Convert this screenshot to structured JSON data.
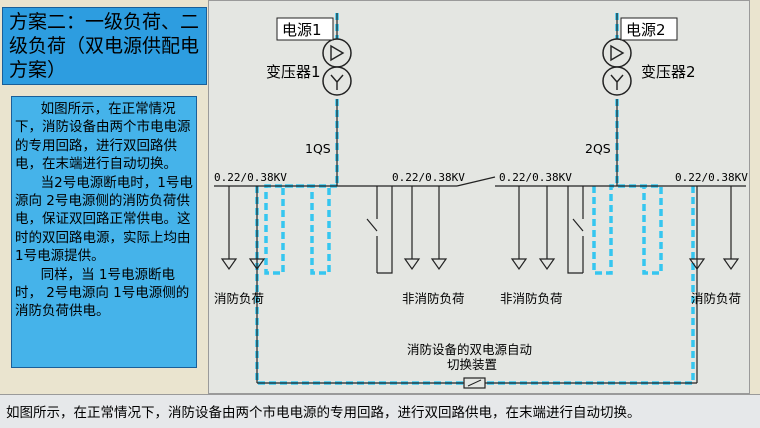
{
  "title": "方案二：一级负荷、二级负荷（双电源供配电方案）",
  "description": [
    "如图所示，在正常情况下，消防设备由两个市电电源的专用回路，进行双回路供电，在末端进行自动切换。",
    "当2号电源断电时，1号电源向 2号电源侧的消防负荷供电，保证双回路正常供电。这时的双回路电源，实际上均由 1号电源提供。",
    "同样，当 1号电源断电时， 2号电源向 1号电源侧的消防负荷供电。"
  ],
  "diagram": {
    "source1": "电源1",
    "source2": "电源2",
    "transformer1": "变压器1",
    "transformer2": "变压器2",
    "switch1": "1QS",
    "switch2": "2QS",
    "voltage": "0.22/0.38KV",
    "loads": {
      "fire_left": "消防负荷",
      "nonfire_1": "非消防负荷",
      "nonfire_2": "非消防负荷",
      "fire_right": "消防负荷"
    },
    "ats_label_1": "消防设备的双电源自动",
    "ats_label_2": "切换装置"
  },
  "caption": "如图所示，在正常情况下，消防设备由两个市电电源的专用回路，进行双回路供电，在末端进行自动切换。",
  "colors": {
    "highlight": "#35c6f0",
    "line": "#222222",
    "title_bg": "#2d9de0",
    "note_bg": "#45b3ea"
  }
}
